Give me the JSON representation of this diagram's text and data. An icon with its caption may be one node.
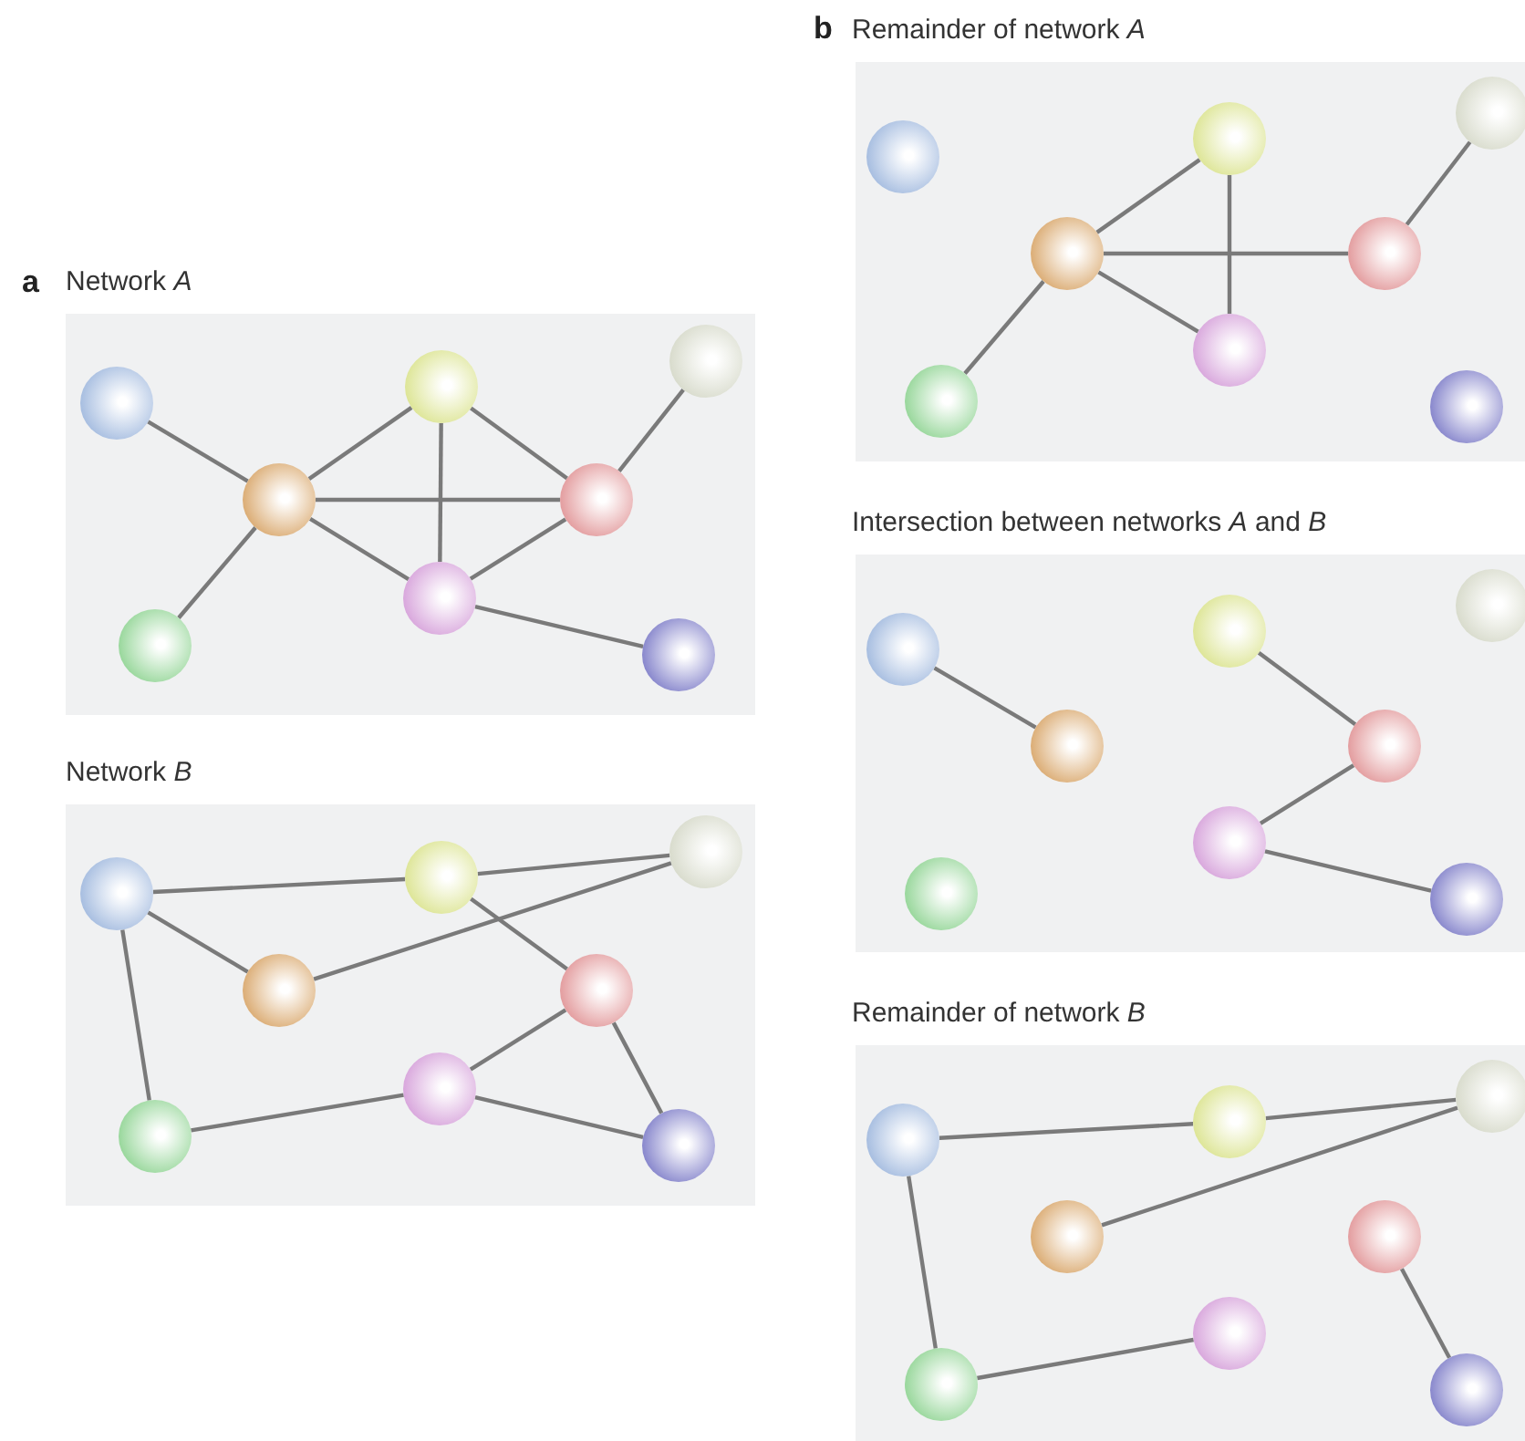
{
  "diagram": {
    "nodes": [
      {
        "text": [
          "Network *A*"
        ]
      },
      {
        "text": [],
        "shape": "circle",
        "in": 0
      },
      {
        "text": [],
        "shape": "circle",
        "in": 0
      },
      {
        "text": [],
        "shape": "circle",
        "in": 0
      },
      {
        "text": [],
        "shape": "circle",
        "in": 0
      },
      {
        "text": [],
        "shape": "circle",
        "in": 0
      },
      {
        "text": [],
        "shape": "circle",
        "in": 0
      },
      {
        "text": [],
        "shape": "circle",
        "in": 0
      },
      {
        "text": [],
        "shape": "circle",
        "in": 0
      },
      {
        "text": [
          "Network *B*"
        ]
      },
      {
        "text": [],
        "shape": "circle",
        "in": 9
      },
      {
        "text": [],
        "shape": "circle",
        "in": 9
      },
      {
        "text": [],
        "shape": "circle",
        "in": 9
      },
      {
        "text": [],
        "shape": "circle",
        "in": 9
      },
      {
        "text": [],
        "shape": "circle",
        "in": 9
      },
      {
        "text": [],
        "shape": "circle",
        "in": 9
      },
      {
        "text": [],
        "shape": "circle",
        "in": 9
      },
      {
        "text": [],
        "shape": "circle",
        "in": 9
      },
      {
        "text": [
          "Remainder of network *A*"
        ]
      },
      {
        "text": [],
        "shape": "circle",
        "in": 18
      },
      {
        "text": [],
        "shape": "circle",
        "in": 18
      },
      {
        "text": [],
        "shape": "circle",
        "in": 18
      },
      {
        "text": [],
        "shape": "circle",
        "in": 18
      },
      {
        "text": [],
        "shape": "circle",
        "in": 18
      },
      {
        "text": [],
        "shape": "circle",
        "in": 18
      },
      {
        "text": [],
        "shape": "circle",
        "in": 18
      },
      {
        "text": [],
        "shape": "circle",
        "in": 18
      },
      {
        "text": [
          "Intersection between networks *A* and *B*"
        ]
      },
      {
        "text": [],
        "shape": "circle",
        "in": 27
      },
      {
        "text": [],
        "shape": "circle",
        "in": 27
      },
      {
        "text": [],
        "shape": "circle",
        "in": 27
      },
      {
        "text": [],
        "shape": "circle",
        "in": 27
      },
      {
        "text": [],
        "shape": "circle",
        "in": 27
      },
      {
        "text": [],
        "shape": "circle",
        "in": 27
      },
      {
        "text": [],
        "shape": "circle",
        "in": 27
      },
      {
        "text": [],
        "shape": "circle",
        "in": 27
      },
      {
        "text": [
          "Remainder of network *B*"
        ]
      },
      {
        "text": [],
        "shape": "circle",
        "in": 36
      },
      {
        "text": [],
        "shape": "circle",
        "in": 36
      },
      {
        "text": [],
        "shape": "circle",
        "in": 36
      },
      {
        "text": [],
        "shape": "circle",
        "in": 36
      },
      {
        "text": [],
        "shape": "circle",
        "in": 36
      },
      {
        "text": [],
        "shape": "circle",
        "in": 36
      },
      {
        "text": [],
        "shape": "circle",
        "in": 36
      },
      {
        "text": [],
        "shape": "circle",
        "in": 36
      }
    ],
    "edges": [
      {
        "from": 1,
        "to": 4,
        "arrow": "none"
      },
      {
        "from": 4,
        "to": 2,
        "arrow": "none"
      },
      {
        "from": 4,
        "to": 5,
        "arrow": "none"
      },
      {
        "from": 4,
        "to": 6,
        "arrow": "none"
      },
      {
        "from": 4,
        "to": 7,
        "arrow": "none"
      },
      {
        "from": 2,
        "to": 5,
        "arrow": "none"
      },
      {
        "from": 2,
        "to": 6,
        "arrow": "none"
      },
      {
        "from": 5,
        "to": 6,
        "arrow": "none"
      },
      {
        "from": 5,
        "to": 3,
        "arrow": "none"
      },
      {
        "from": 6,
        "to": 8,
        "arrow": "none"
      },
      {
        "from": 10,
        "to": 11,
        "arrow": "none"
      },
      {
        "from": 10,
        "to": 13,
        "arrow": "none"
      },
      {
        "from": 10,
        "to": 16,
        "arrow": "none"
      },
      {
        "from": 11,
        "to": 12,
        "arrow": "none"
      },
      {
        "from": 11,
        "to": 14,
        "arrow": "none"
      },
      {
        "from": 13,
        "to": 12,
        "arrow": "none"
      },
      {
        "from": 14,
        "to": 15,
        "arrow": "none"
      },
      {
        "from": 14,
        "to": 17,
        "arrow": "none"
      },
      {
        "from": 15,
        "to": 16,
        "arrow": "none"
      },
      {
        "from": 15,
        "to": 17,
        "arrow": "none"
      },
      {
        "from": 22,
        "to": 20,
        "arrow": "none"
      },
      {
        "from": 22,
        "to": 23,
        "arrow": "none"
      },
      {
        "from": 22,
        "to": 24,
        "arrow": "none"
      },
      {
        "from": 22,
        "to": 25,
        "arrow": "none"
      },
      {
        "from": 20,
        "to": 24,
        "arrow": "none"
      },
      {
        "from": 23,
        "to": 21,
        "arrow": "none"
      },
      {
        "from": 28,
        "to": 31,
        "arrow": "none"
      },
      {
        "from": 29,
        "to": 32,
        "arrow": "none"
      },
      {
        "from": 32,
        "to": 33,
        "arrow": "none"
      },
      {
        "from": 33,
        "to": 35,
        "arrow": "none"
      },
      {
        "from": 37,
        "to": 38,
        "arrow": "none"
      },
      {
        "from": 37,
        "to": 43,
        "arrow": "none"
      },
      {
        "from": 38,
        "to": 39,
        "arrow": "none"
      },
      {
        "from": 40,
        "to": 39,
        "arrow": "none"
      },
      {
        "from": 41,
        "to": 44,
        "arrow": "none"
      },
      {
        "from": 42,
        "to": 43,
        "arrow": "none"
      }
    ],
    "labels": [
      "a",
      "b"
    ]
  }
}
